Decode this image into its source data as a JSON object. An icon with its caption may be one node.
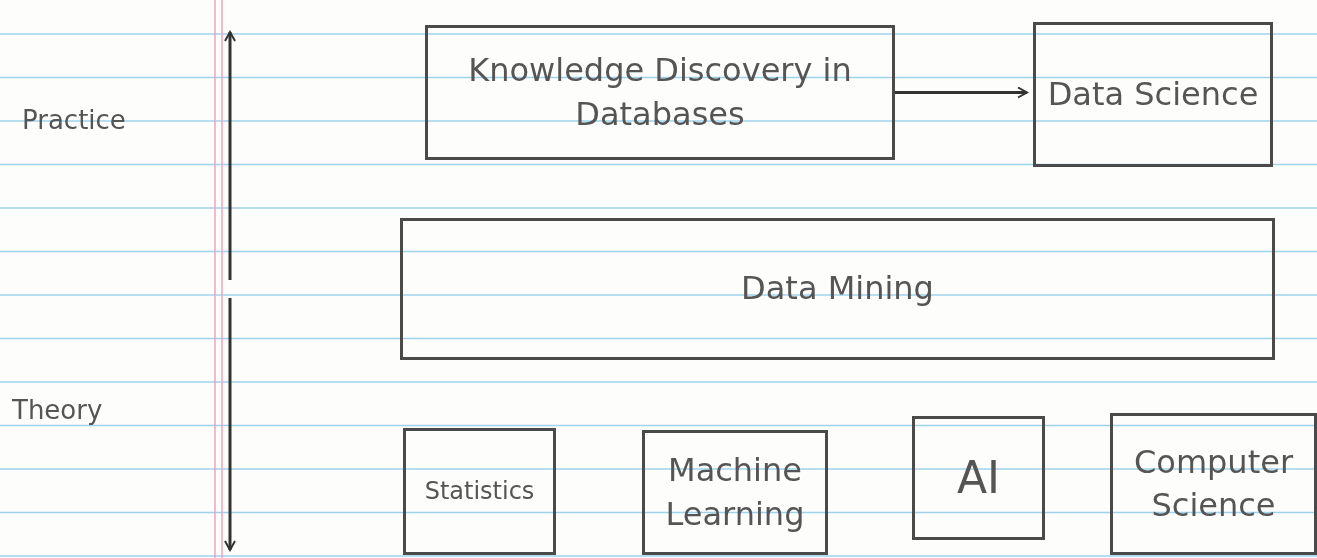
{
  "diagram": {
    "nodes": [
      {
        "text": [
          "Knowledge Discovery in Databases"
        ]
      },
      {
        "text": [
          "Data Science"
        ]
      },
      {
        "text": [
          "Data Mining"
        ]
      },
      {
        "text": [
          "Statistics"
        ]
      },
      {
        "text": [
          "Machine Learning"
        ]
      },
      {
        "text": [
          "AI"
        ]
      },
      {
        "text": [
          "Computer Science"
        ]
      }
    ],
    "edges": [
      {
        "from": 0,
        "to": 1,
        "arrow": "to"
      }
    ],
    "labels": [
      "Practice",
      "Theory"
    ]
  }
}
